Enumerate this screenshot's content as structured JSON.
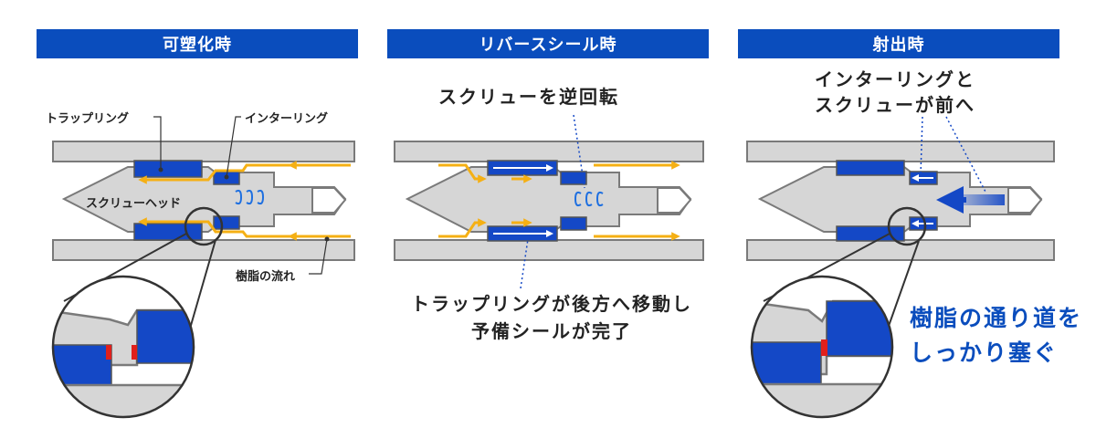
{
  "panels": [
    {
      "header": "可塑化時"
    },
    {
      "header": "リバースシール時"
    },
    {
      "header": "射出時"
    }
  ],
  "labels": {
    "trap_ring": "トラップリング",
    "inter_ring": "インターリング",
    "screw_head": "スクリューヘッド",
    "resin_flow": "樹脂の流れ",
    "screw_reverse": "スクリューを逆回転",
    "trap_move_line1": "トラップリングが後方へ移動し",
    "trap_move_line2": "予備シールが完了",
    "ring_forward_line1": "インターリングと",
    "ring_forward_line2": "スクリューが前へ",
    "result_line1": "樹脂の通り道を",
    "result_line2": "しっかり塞ぐ"
  },
  "colors": {
    "header_bg": "#0a4dbd",
    "ring_blue": "#1448c6",
    "flow_yellow": "#f5b014",
    "body_gray": "#d6d6d6",
    "outline": "#7a7a7a",
    "seal_red": "#e0201c"
  }
}
